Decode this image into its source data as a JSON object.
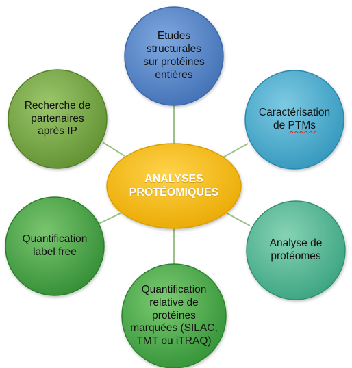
{
  "center": {
    "label": "ANALYSES\nPROTÉOMIQUES",
    "color": "#F2B800"
  },
  "nodes": [
    {
      "id": "etudes-structurales",
      "label": "Etudes\nstructurales\nsur protéines\nentières",
      "color": "#4A7FC4"
    },
    {
      "id": "caracterisation-ptms",
      "label_prefix": "Caractérisation\nde ",
      "label_flagged": "PTMs",
      "color": "#3AA3C8"
    },
    {
      "id": "analyse-proteomes",
      "label": "Analyse de\nprotéomes",
      "color": "#43B38F"
    },
    {
      "id": "quantification-relative",
      "label": "Quantification\nrelative de\nprotéines\nmarquées (SILAC,\nTMT ou iTRAQ)",
      "color": "#3FA63F"
    },
    {
      "id": "quantification-label-free",
      "label": "Quantification\nlabel free",
      "color": "#3F9E3F"
    },
    {
      "id": "recherche-partenaires",
      "label": "Recherche de\npartenaires\naprès IP",
      "color": "#6CA13C"
    }
  ],
  "connector_color": "#9BC08A"
}
